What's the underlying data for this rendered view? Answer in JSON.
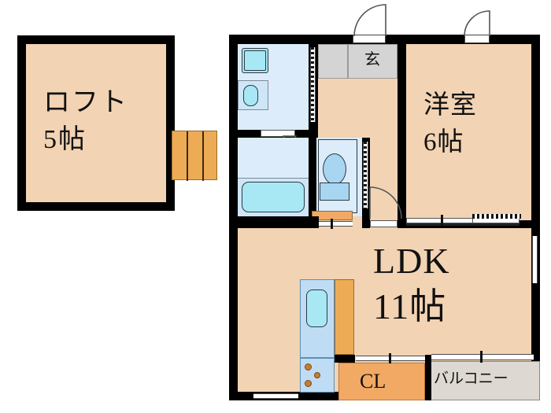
{
  "plan": {
    "type": "floor-plan",
    "title": "",
    "rooms": [
      {
        "id": "loft",
        "name_line1": "ロフト",
        "name_line2": "5帖",
        "size": "5帖",
        "kind": "loft"
      },
      {
        "id": "washitsu",
        "name_line1": "洋室",
        "name_line2": "6帖",
        "size": "6帖",
        "kind": "western-room"
      },
      {
        "id": "ldk",
        "name_line1": "LDK",
        "name_line2": "11帖",
        "size": "11帖",
        "kind": "living-dining-kitchen"
      },
      {
        "id": "genkan",
        "name_line1": "玄",
        "name_line2": "",
        "size": "",
        "kind": "entrance"
      },
      {
        "id": "closet",
        "name_line1": "CL",
        "name_line2": "",
        "size": "",
        "kind": "closet"
      },
      {
        "id": "balcony",
        "name_line1": "バルコニー",
        "name_line2": "",
        "size": "",
        "kind": "balcony"
      }
    ],
    "fixtures": [
      {
        "id": "bathtub",
        "label": ""
      },
      {
        "id": "washbasin",
        "label": ""
      },
      {
        "id": "washing-machine",
        "label": ""
      },
      {
        "id": "toilet",
        "label": ""
      },
      {
        "id": "kitchen-sink",
        "label": ""
      },
      {
        "id": "gas-stove",
        "label": ""
      },
      {
        "id": "stairs",
        "label": ""
      }
    ],
    "colors": {
      "wall": "#000000",
      "floor": "#f2d3b3",
      "wet_area": "#dcecfa",
      "fixture_cyan": "#a8e8f5",
      "closet_orange": "#f2a964",
      "stairs_orange": "#eeab55",
      "genkan_grey": "#d4d4d4",
      "balcony_grey": "#ddd9d2",
      "text": "#111111"
    }
  }
}
